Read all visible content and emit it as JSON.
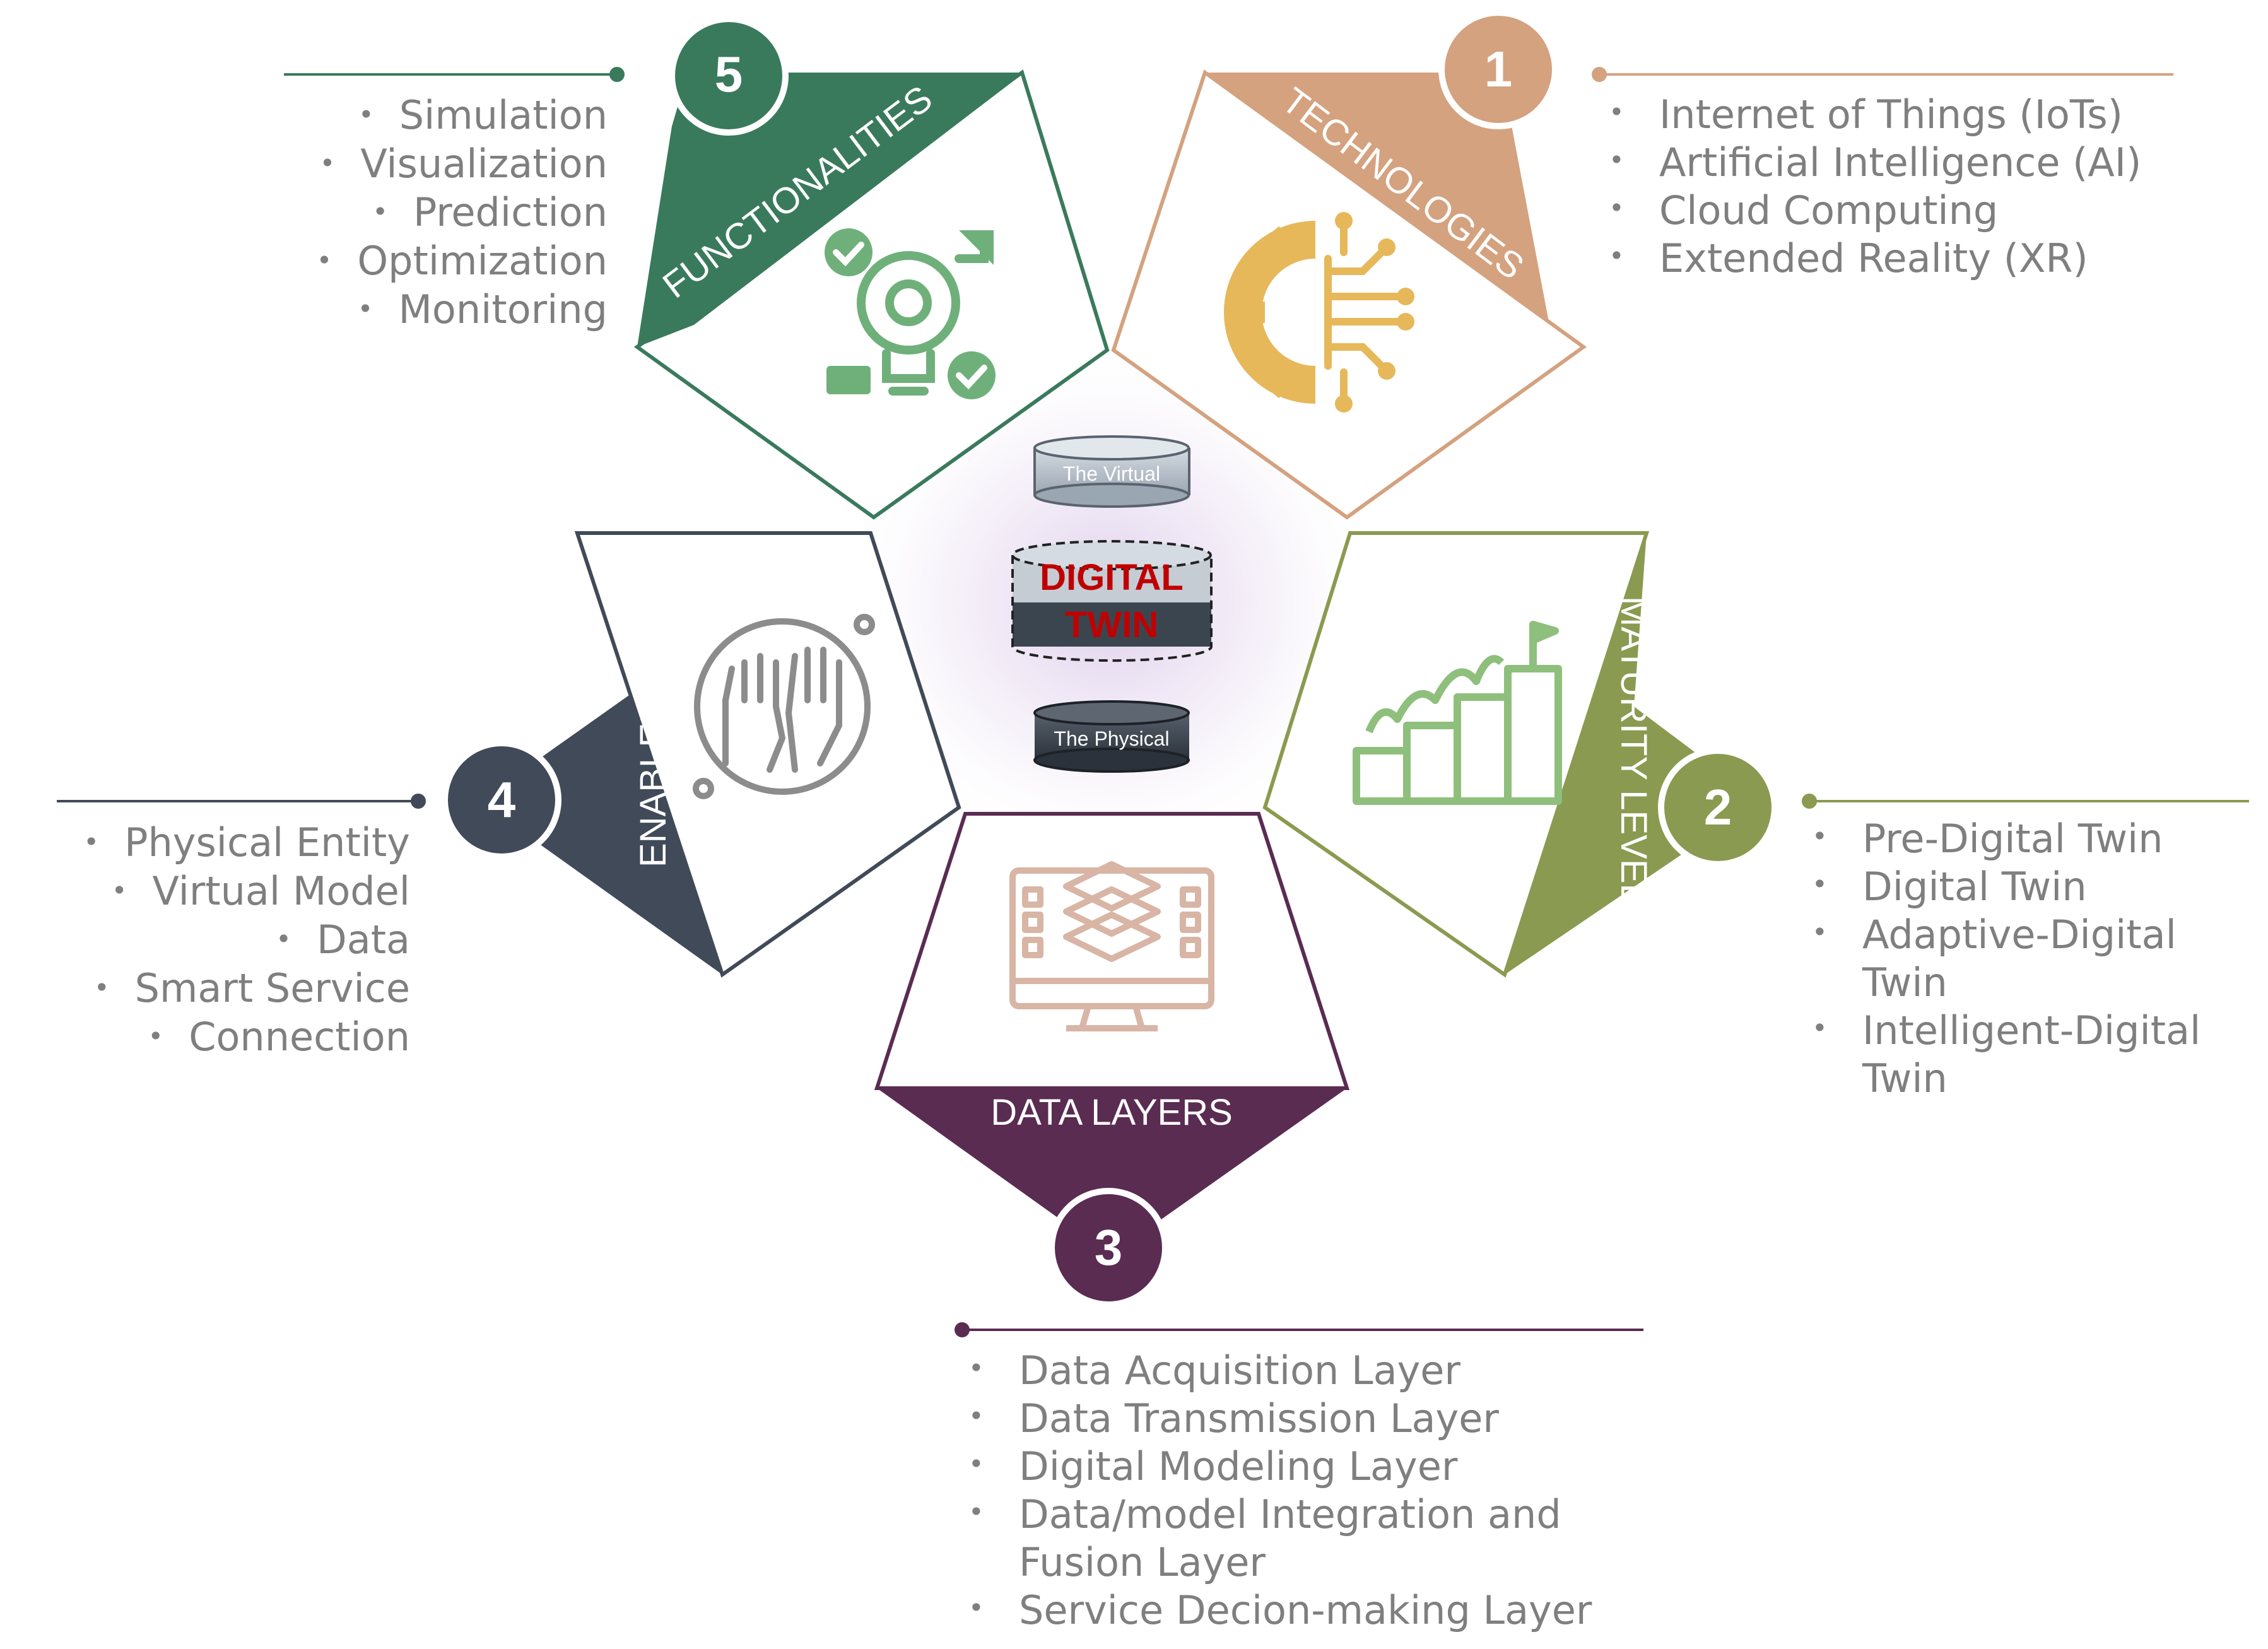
{
  "center": {
    "top_label": "The Virtual",
    "title_line1": "DIGITAL",
    "title_line2": "TWIN",
    "bottom_label": "The Physical"
  },
  "colors": {
    "functionalities": "#3a7a5c",
    "technologies": "#d4a27f",
    "maturity_levels": "#8a9a50",
    "data_layers": "#5a2c52",
    "enablers": "#404a58",
    "title_red": "#c00000",
    "text_gray": "#7f7f7f"
  },
  "sections": {
    "functionalities": {
      "number": "5",
      "title": "FUNCTIONALITIES",
      "icon": "gear-lightbulb-checklist-icon",
      "items": [
        "Simulation",
        "Visualization",
        "Prediction",
        "Optimization",
        "Monitoring"
      ]
    },
    "technologies": {
      "number": "1",
      "title": "TECHNOLOGIES",
      "icon": "gear-circuit-icon",
      "items": [
        "Internet of Things (IoTs)",
        "Artificial Intelligence (AI)",
        "Cloud Computing",
        "Extended Reality (XR)"
      ]
    },
    "maturity_levels": {
      "number": "2",
      "title": "MATURITY LEVELS",
      "icon": "growth-steps-flag-icon",
      "items": [
        "Pre-Digital Twin",
        "Digital Twin",
        "Adaptive-Digital Twin",
        "Intelligent-Digital Twin"
      ]
    },
    "data_layers": {
      "number": "3",
      "title": "DATA LAYERS",
      "icon": "monitor-layers-icon",
      "items": [
        "Data Acquisition Layer",
        "Data Transmission Layer",
        "Digital Modeling Layer",
        "Data/model Integration and Fusion Layer",
        "Service Decion-making Layer"
      ]
    },
    "enablers": {
      "number": "4",
      "title": "ENABLERS",
      "icon": "raised-hands-icon",
      "items": [
        "Physical Entity",
        "Virtual Model",
        "Data",
        "Smart Service",
        "Connection"
      ]
    }
  }
}
